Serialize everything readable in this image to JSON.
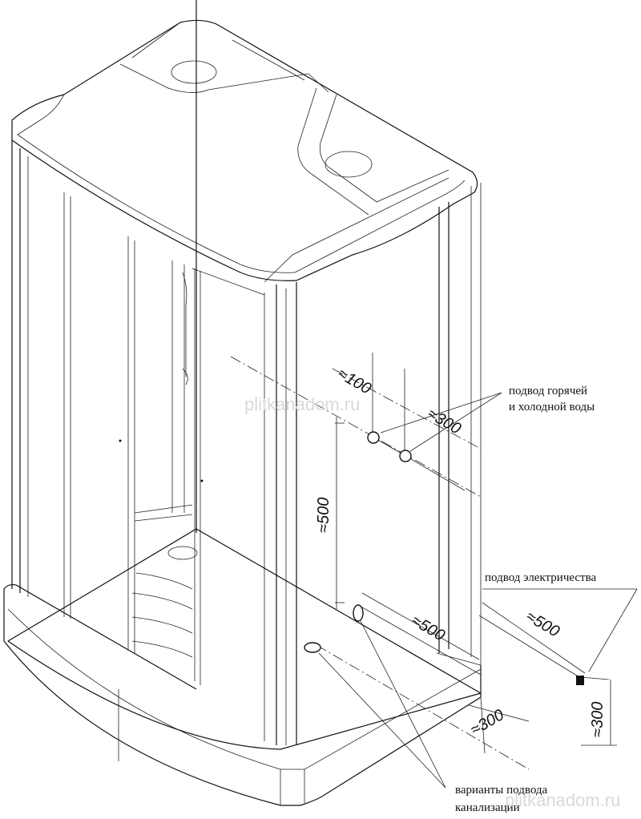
{
  "labels": {
    "water_supply_line1": "подвод горячей",
    "water_supply_line2": "и холодной воды",
    "electric_supply": "подвод электричества",
    "drain_line1": "варианты подвода",
    "drain_line2": "канализации"
  },
  "dimensions": {
    "water_offset": "≈100",
    "water_spacing": "≈300",
    "water_height": "≈500",
    "drain_offset": "≈500",
    "drain_depth": "≈300",
    "electric_offset": "≈500",
    "electric_height": "≈300"
  },
  "watermarks": {
    "top": "plitkanadom.ru",
    "bottom": "plitkanadom.ru"
  }
}
